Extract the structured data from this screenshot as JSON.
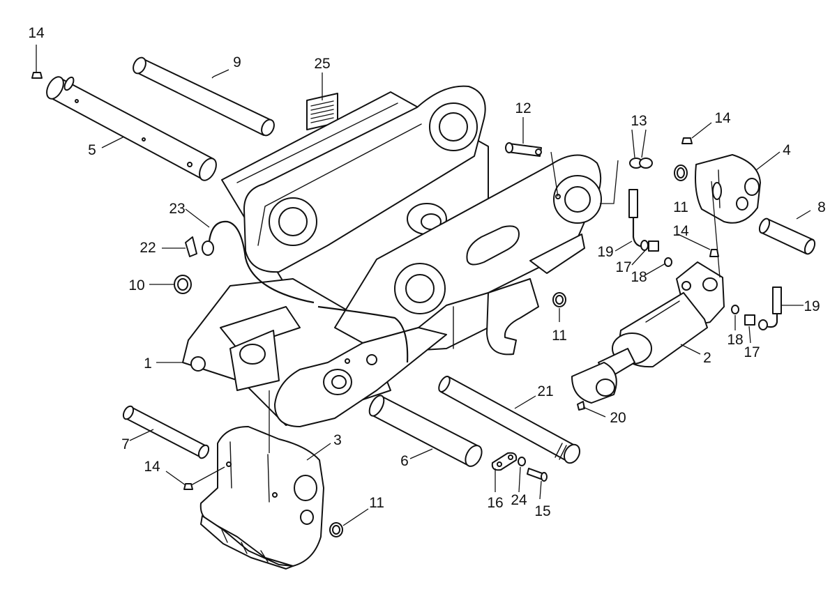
{
  "diagram": {
    "colors": {
      "line": "#111111",
      "background": "#ffffff"
    },
    "callouts": [
      {
        "key": "c14a",
        "text": "14"
      },
      {
        "key": "c9",
        "text": "9"
      },
      {
        "key": "c25",
        "text": "25"
      },
      {
        "key": "c5",
        "text": "5"
      },
      {
        "key": "c12",
        "text": "12"
      },
      {
        "key": "c13",
        "text": "13"
      },
      {
        "key": "c14b",
        "text": "14"
      },
      {
        "key": "c4",
        "text": "4"
      },
      {
        "key": "c11a",
        "text": "11"
      },
      {
        "key": "c8",
        "text": "8"
      },
      {
        "key": "c23",
        "text": "23"
      },
      {
        "key": "c14c",
        "text": "14"
      },
      {
        "key": "c22",
        "text": "22"
      },
      {
        "key": "c19a",
        "text": "19"
      },
      {
        "key": "c17a",
        "text": "17"
      },
      {
        "key": "c18a",
        "text": "18"
      },
      {
        "key": "c10",
        "text": "10"
      },
      {
        "key": "c11b",
        "text": "11"
      },
      {
        "key": "c19b",
        "text": "19"
      },
      {
        "key": "c18b",
        "text": "18"
      },
      {
        "key": "c17b",
        "text": "17"
      },
      {
        "key": "c1",
        "text": "1"
      },
      {
        "key": "c2",
        "text": "2"
      },
      {
        "key": "c21",
        "text": "21"
      },
      {
        "key": "c20",
        "text": "20"
      },
      {
        "key": "c3",
        "text": "3"
      },
      {
        "key": "c7",
        "text": "7"
      },
      {
        "key": "c6",
        "text": "6"
      },
      {
        "key": "c14d",
        "text": "14"
      },
      {
        "key": "c11c",
        "text": "11"
      },
      {
        "key": "c16",
        "text": "16"
      },
      {
        "key": "c24",
        "text": "24"
      },
      {
        "key": "c15",
        "text": "15"
      }
    ]
  }
}
